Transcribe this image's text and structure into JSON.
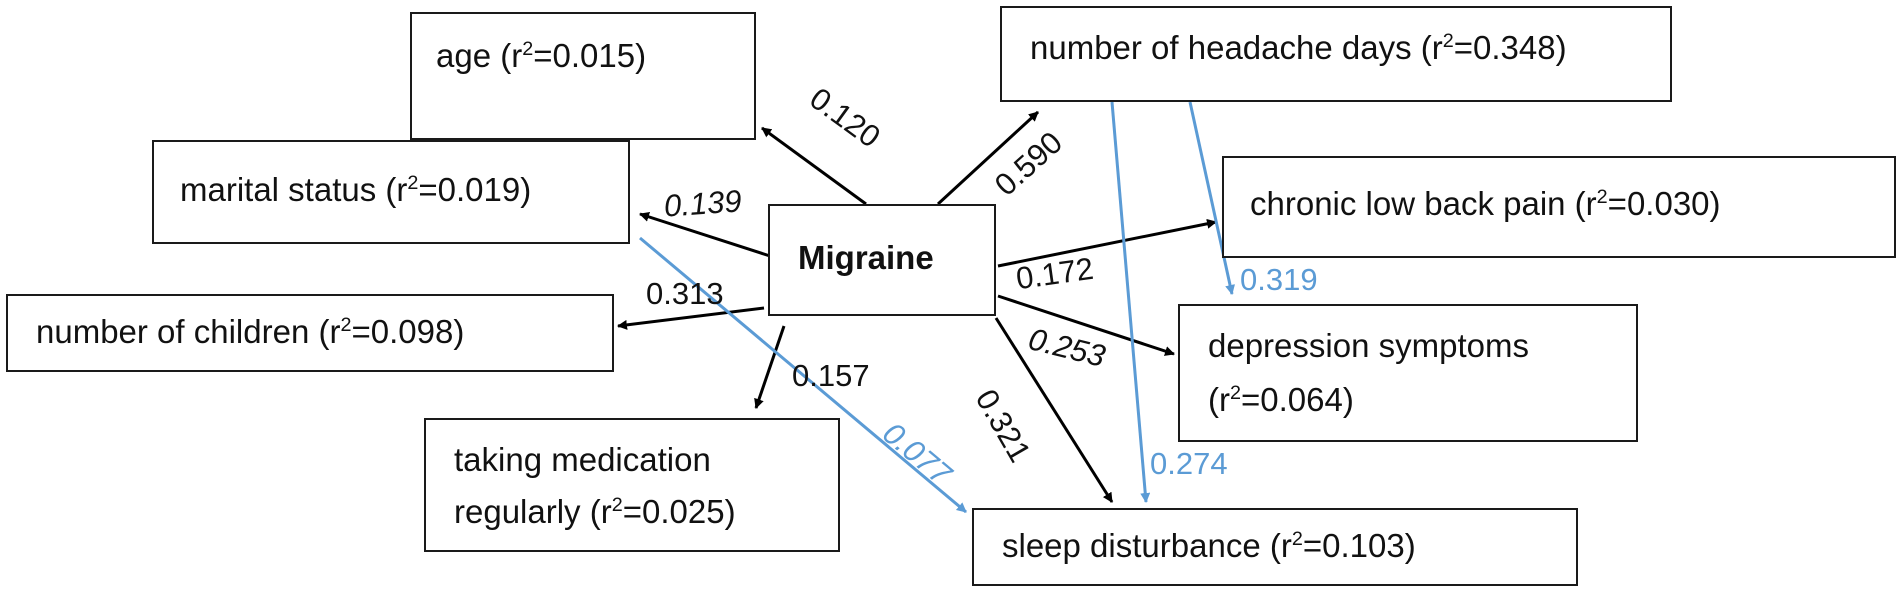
{
  "center": {
    "label": "Migraine"
  },
  "nodes": {
    "age": {
      "label": "age (r",
      "sup": "2",
      "value": "=0.015)"
    },
    "headache_days": {
      "label": "number of headache days (r",
      "sup": "2",
      "value": "=0.348)"
    },
    "marital": {
      "label": "marital status (r",
      "sup": "2",
      "value": "=0.019)"
    },
    "back_pain": {
      "label": "chronic low back pain (r",
      "sup": "2",
      "value": "=0.030)"
    },
    "children": {
      "label": "number of children (r",
      "sup": "2",
      "value": "=0.098)"
    },
    "depression": {
      "line1": "depression symptoms",
      "label": "(r",
      "sup": "2",
      "value": "=0.064)"
    },
    "medication": {
      "line1": "taking medication",
      "label": "regularly (r",
      "sup": "2",
      "value": "=0.025)"
    },
    "sleep": {
      "label": "sleep disturbance (r",
      "sup": "2",
      "value": "=0.103)"
    }
  },
  "edges": [
    {
      "from": "Migraine",
      "to": "age",
      "coef": "0.120",
      "color": "#000000"
    },
    {
      "from": "Migraine",
      "to": "number of headache days",
      "coef": "0.590",
      "color": "#000000"
    },
    {
      "from": "Migraine",
      "to": "marital status",
      "coef": "0.139",
      "color": "#000000"
    },
    {
      "from": "Migraine",
      "to": "chronic low back pain",
      "coef": "0.172",
      "color": "#000000"
    },
    {
      "from": "Migraine",
      "to": "number of children",
      "coef": "0.313",
      "color": "#000000"
    },
    {
      "from": "Migraine",
      "to": "depression symptoms",
      "coef": "0.253",
      "color": "#000000"
    },
    {
      "from": "Migraine",
      "to": "taking medication regularly",
      "coef": "0.157",
      "color": "#000000"
    },
    {
      "from": "Migraine",
      "to": "sleep disturbance",
      "coef": "0.321",
      "color": "#000000"
    },
    {
      "from": "number of headache days",
      "to": "depression symptoms",
      "coef": "0.319",
      "color": "#5b9bd5"
    },
    {
      "from": "number of headache days",
      "to": "sleep disturbance",
      "coef": "0.274",
      "color": "#5b9bd5"
    },
    {
      "from": "marital status",
      "to": "sleep disturbance",
      "coef": "0.077",
      "color": "#5b9bd5"
    }
  ]
}
